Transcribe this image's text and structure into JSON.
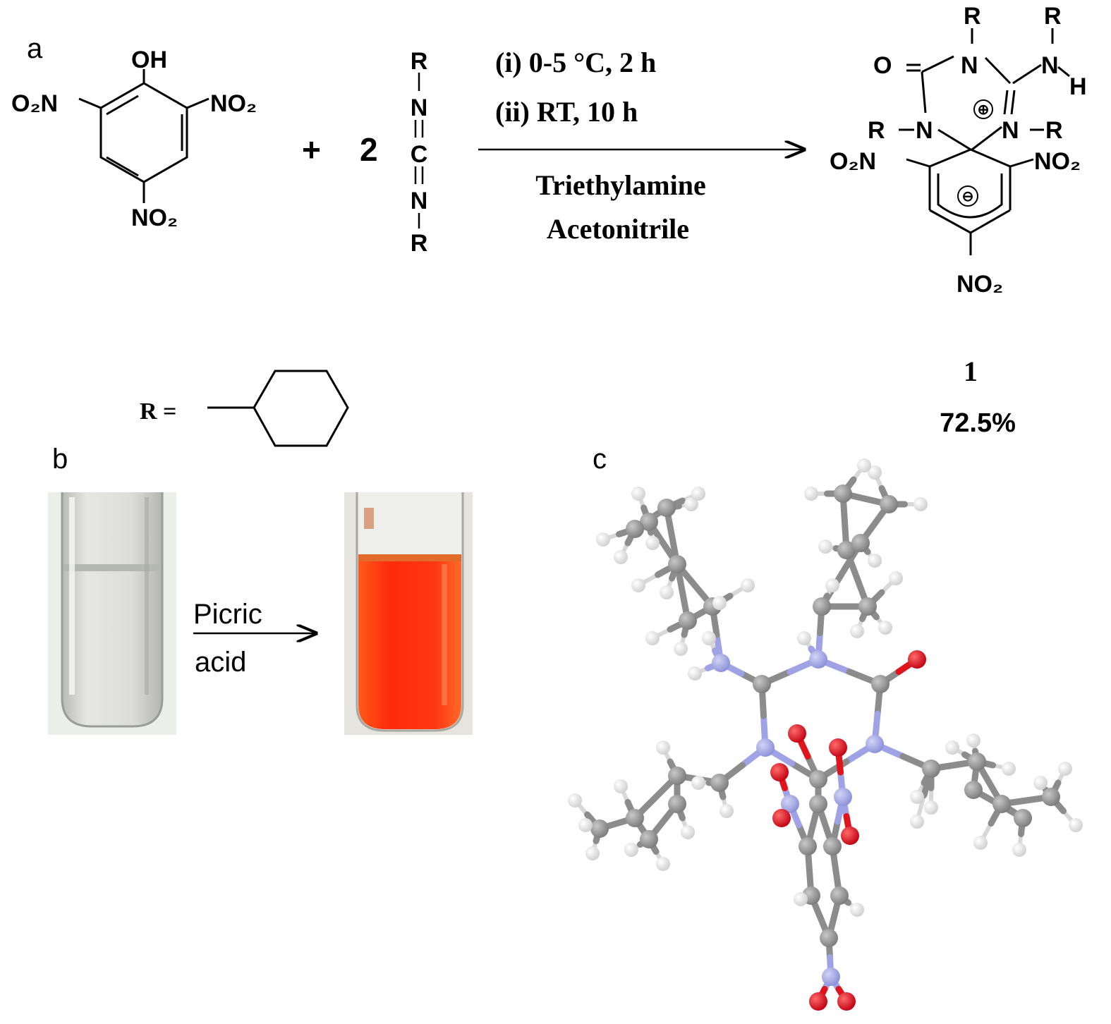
{
  "panels": {
    "a": "a",
    "b": "b",
    "c": "c"
  },
  "scheme": {
    "picric_acid": {
      "oh": "OH",
      "no2_left": "O₂N",
      "no2_right": "NO₂",
      "no2_bottom": "NO₂"
    },
    "plus": "+",
    "coefficient": "2",
    "carbodiimide": [
      "R",
      "N",
      "C",
      "N",
      "R"
    ],
    "conditions": {
      "step1": "(i) 0-5 °C, 2 h",
      "step2": "(ii) RT, 10 h",
      "base": "Triethylamine",
      "solvent": "Acetonitrile"
    },
    "product": {
      "labels": [
        "R",
        "R",
        "O",
        "N",
        "N",
        "H",
        "R",
        "N",
        "N",
        "R",
        "O₂N",
        "NO₂",
        "NO₂",
        "⊕",
        "⊖"
      ],
      "compound_number": "1",
      "yield": "72.5%"
    },
    "r_definition": "R ="
  },
  "panel_b": {
    "arrow_label_line1": "Picric",
    "arrow_label_line2": "acid"
  },
  "colors": {
    "carbon": "#8c8c8c",
    "nitrogen": "#9fa3e6",
    "oxygen": "#e0141c",
    "hydrogen": "#f2f2f2",
    "solution_before": "#dfe0dc",
    "solution_after": "#ff3a12"
  }
}
